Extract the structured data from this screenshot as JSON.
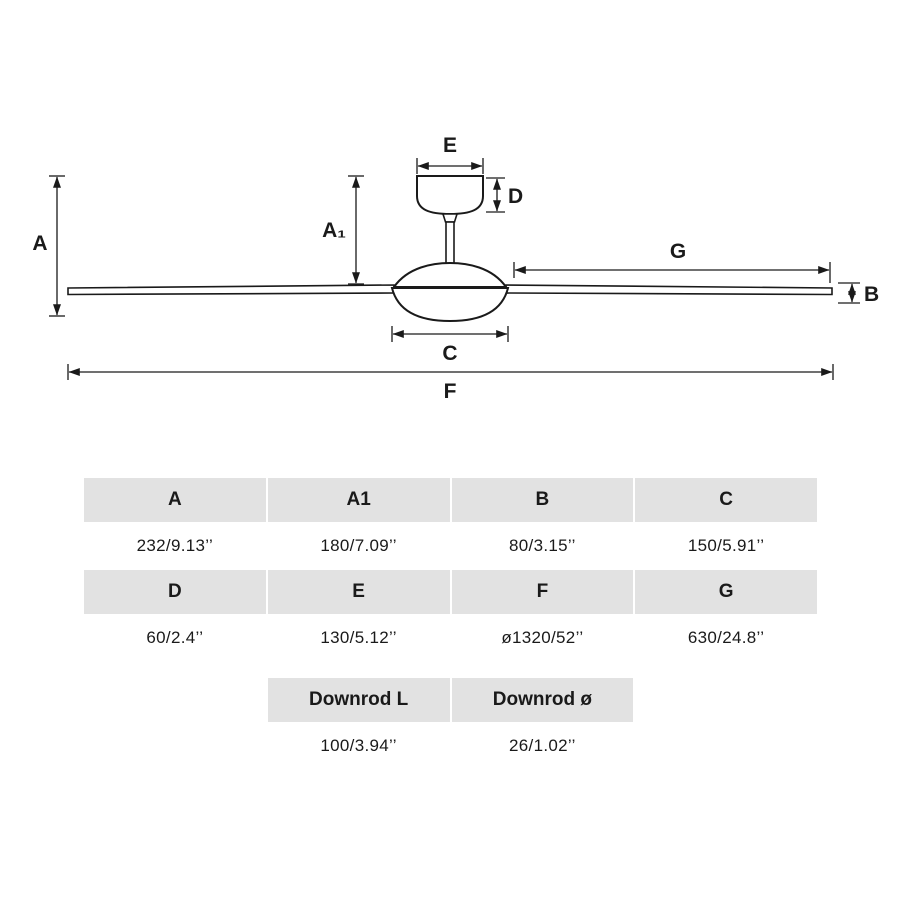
{
  "diagram": {
    "title": "ceiling-fan-dimension-drawing",
    "labels": {
      "A": "A",
      "A1": "A₁",
      "B": "B",
      "C": "C",
      "D": "D",
      "E": "E",
      "F": "F",
      "G": "G"
    }
  },
  "table": {
    "section1": {
      "headers": [
        "A",
        "A1",
        "B",
        "C"
      ],
      "values": [
        "232/9.13’’",
        "180/7.09’’",
        "80/3.15’’",
        "150/5.91’’"
      ]
    },
    "section2": {
      "headers": [
        "D",
        "E",
        "F",
        "G"
      ],
      "values": [
        "60/2.4’’",
        "130/5.12’’",
        "ø1320/52’’",
        "630/24.8’’"
      ]
    },
    "section3": {
      "headers": [
        "Downrod L",
        "Downrod ø"
      ],
      "values": [
        "100/3.94’’",
        "26/1.02’’"
      ]
    }
  },
  "colors": {
    "header_bg": "#e2e2e2",
    "line": "#1a1a1a",
    "background": "#ffffff"
  }
}
